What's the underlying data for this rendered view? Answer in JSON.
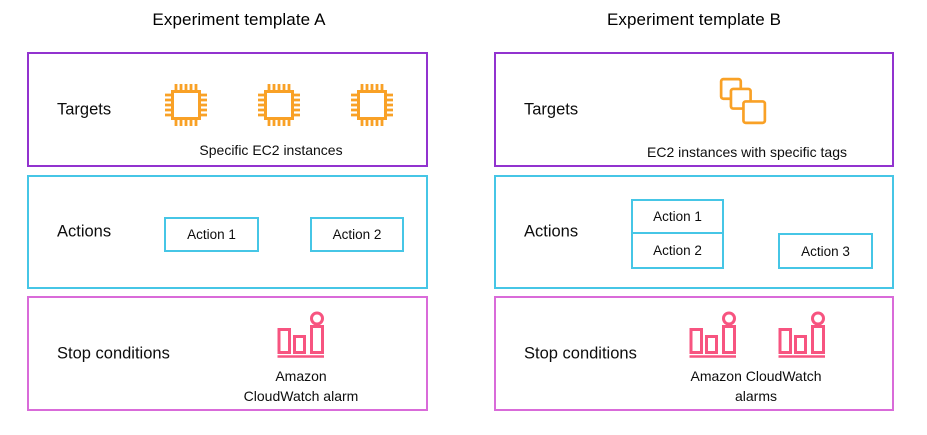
{
  "colors": {
    "targets_border": "#9233cf",
    "actions_border": "#46c6e6",
    "stop_border": "#d96bd9",
    "ec2_orange": "#f9a126",
    "cloudwatch_pink": "#f75480",
    "text": "#0d0d0d"
  },
  "template_a": {
    "title": "Experiment template A",
    "targets": {
      "label": "Targets",
      "icon": "ec2-instance-chip-icon",
      "icon_count": 3,
      "caption": "Specific EC2 instances"
    },
    "actions": {
      "label": "Actions",
      "action1": "Action 1",
      "action2": "Action 2"
    },
    "stop_conditions": {
      "label": "Stop conditions",
      "icon": "cloudwatch-alarm-icon",
      "icon_count": 1,
      "caption_line1": "Amazon",
      "caption_line2": "CloudWatch alarm"
    }
  },
  "template_b": {
    "title": "Experiment template B",
    "targets": {
      "label": "Targets",
      "icon": "stacked-instances-tags-icon",
      "icon_count": 1,
      "caption": "EC2 instances with specific tags"
    },
    "actions": {
      "label": "Actions",
      "action1": "Action 1",
      "action2": "Action 2",
      "action3": "Action 3"
    },
    "stop_conditions": {
      "label": "Stop conditions",
      "icon": "cloudwatch-alarm-icon",
      "icon_count": 2,
      "caption_line1": "Amazon CloudWatch",
      "caption_line2": "alarms"
    }
  }
}
